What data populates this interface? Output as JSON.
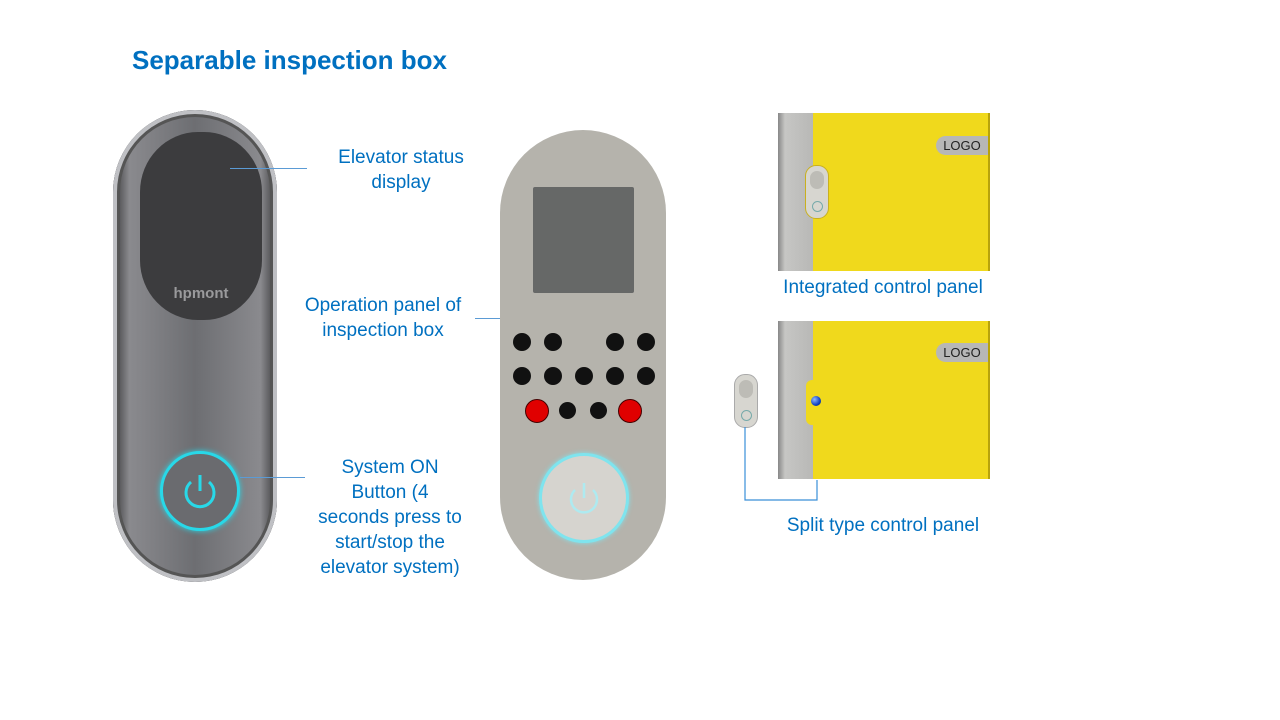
{
  "title": "Separable inspection box",
  "device_logo": "hpmont",
  "labels": {
    "status_display": [
      "Elevator status",
      "display"
    ],
    "operation_panel": [
      "Operation panel of",
      "inspection box"
    ],
    "system_on": [
      "System ON",
      "Button (4",
      "seconds press to",
      "start/stop the",
      "elevator system)"
    ],
    "integrated": "Integrated control panel",
    "split": "Split type control panel"
  },
  "door_logo": "LOGO",
  "colors": {
    "accent": "#0070c0",
    "power_ring": "#28d8e8",
    "door": "#f0d91c",
    "red_button": "#e00000"
  }
}
